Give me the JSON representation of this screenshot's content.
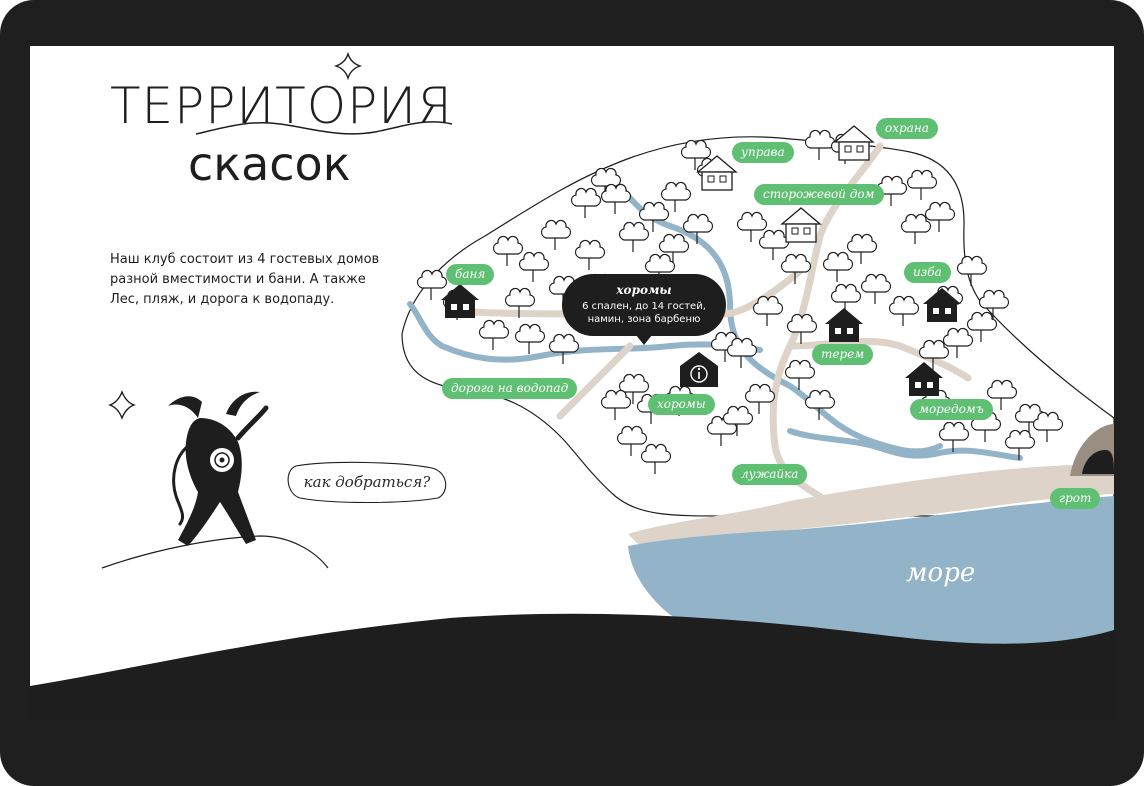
{
  "hero": {
    "title_line1": "ТЕРРИТОРИЯ",
    "title_line2": "скасок",
    "intro": "Наш клуб состоит из 4 гостевых домов разной вместимости и бани. А также Лес, пляж, и дорога к водопаду.",
    "route_button": "как добраться?"
  },
  "map": {
    "labels": {
      "okhrana": "охрана",
      "uprava": "управа",
      "storozhevoy": "сторожевой дом",
      "banya": "баня",
      "izba": "изба",
      "terem": "терем",
      "doroga": "дорога на водопад",
      "khoromy": "хоромы",
      "moredom": "моредомъ",
      "luzhayka": "лужайка",
      "grot": "грот",
      "sea": "море"
    },
    "tooltip": {
      "title": "хоромы",
      "text": "6 спален, до 14 гостей, намин, зона барбеню"
    }
  },
  "colors": {
    "label_green": "#5fbf72",
    "water": "#93b3c8",
    "path": "#ddd3c8",
    "ink": "#1e1e1e",
    "frame": "#1f1f1f"
  }
}
